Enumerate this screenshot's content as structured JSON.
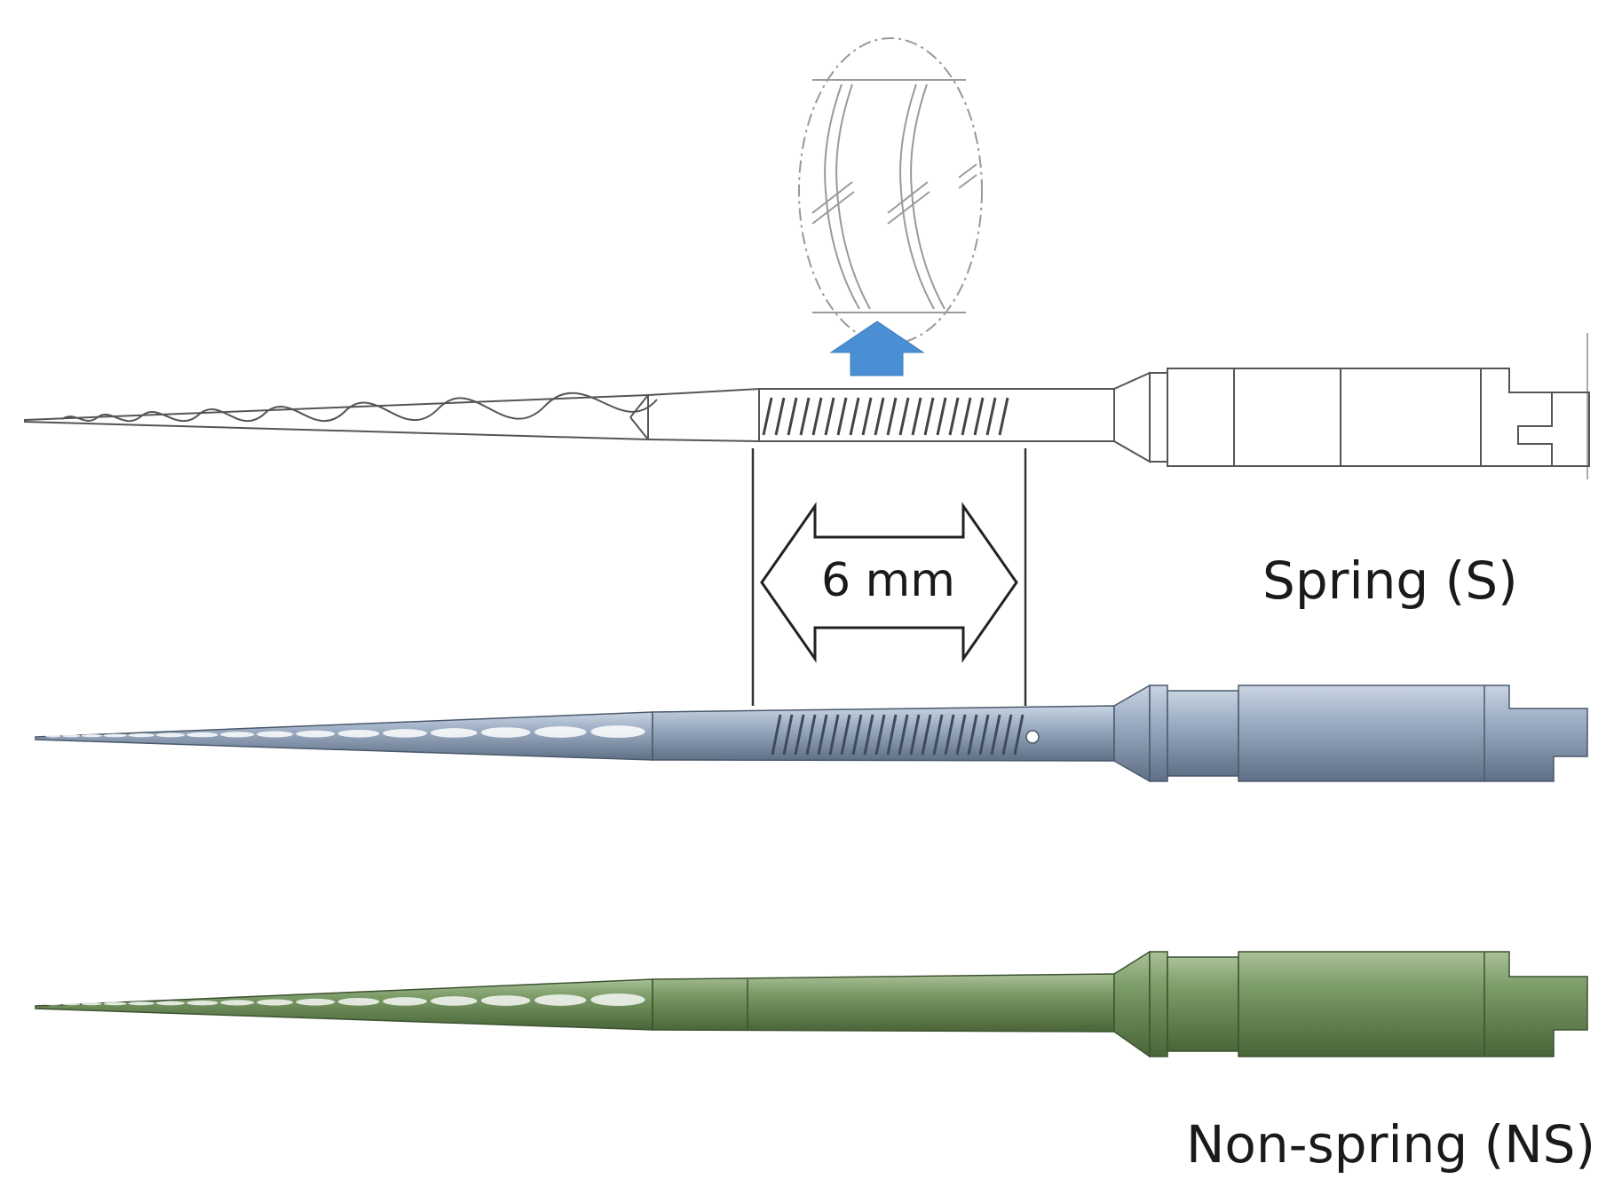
{
  "labels": {
    "spring": "Spring (S)",
    "non_spring": "Non-spring (NS)",
    "dimension": "6 mm"
  },
  "colors": {
    "line_drawing": "#555555",
    "spring_model": "#8fa0b5",
    "non_spring_model": "#6e8f5a",
    "arrow": "#4a8fd4"
  }
}
